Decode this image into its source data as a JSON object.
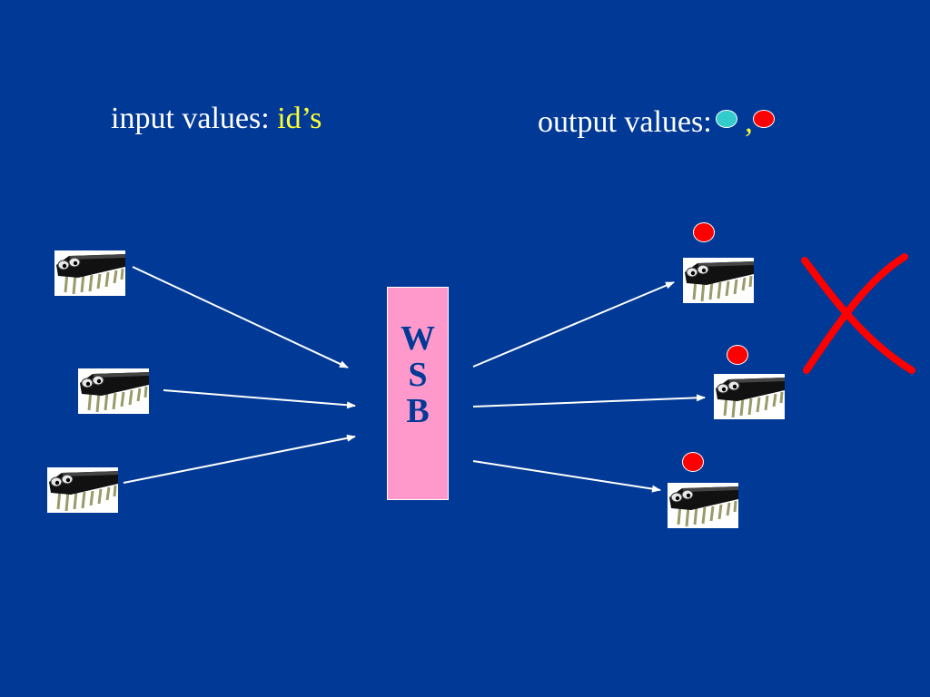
{
  "labels": {
    "input_prefix": "input values: ",
    "input_accent": "id’s",
    "output_prefix": "output values:",
    "output_separator": ","
  },
  "box": {
    "letters": [
      "W",
      "S",
      "B"
    ]
  },
  "colors": {
    "background": "#013a96",
    "box_fill": "#ff99cc",
    "accent_text": "#ffff33",
    "teal_value": "#33cccc",
    "red_value": "#ff0000",
    "cross": "#ff0000"
  },
  "icons": {
    "processor": "chip-icon",
    "output_value": "red-dot-icon",
    "rejection": "cross-mark-icon"
  }
}
